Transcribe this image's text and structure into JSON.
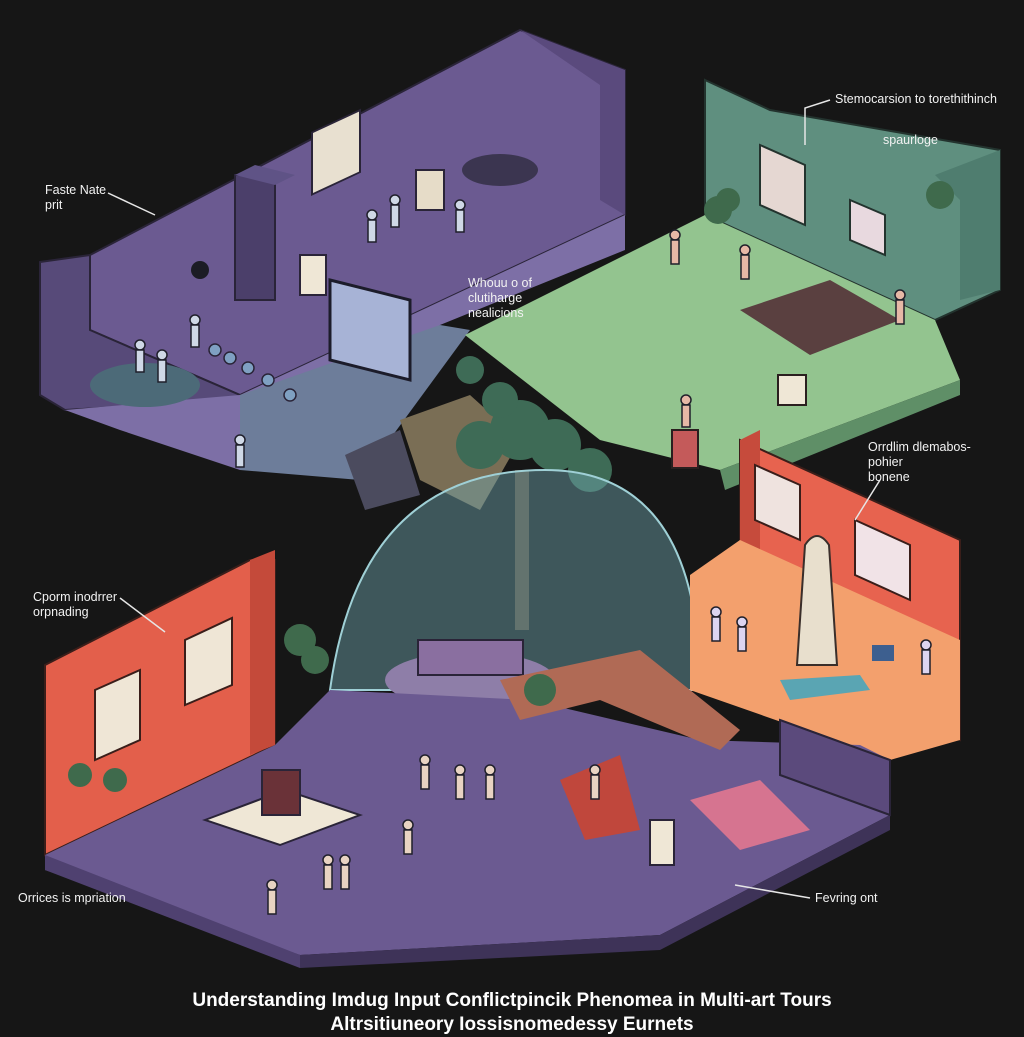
{
  "title": "Understanding Imdug Input Conflictpincik Phenomea in Multi-art Tours",
  "subtitle": "Altrsitiuneory Iossisnomedessy Eurnets",
  "colors": {
    "background": "#161616",
    "purple_room": "#6b5a91",
    "green_room": "#8fbf8a",
    "teal_wall": "#5f8f7f",
    "orange_room": "#f0855f",
    "red_wall": "#e35f4b",
    "floor_dark": "#524870"
  },
  "callouts": {
    "faste_note": "Faste Nate\nprit",
    "stemocarsion": "Stemocarsion to torethithinch",
    "spaurloge": "spaurloge",
    "whouu": "Whouu o of clutiharge\nnealicions",
    "orrdlim": "Orrdlim dlemabos-\npohier\nbonene",
    "cporm": "Cporm inodrrer\norpnading",
    "orrices": "Orrices is mpriation",
    "feviring": "Fevring ont"
  }
}
